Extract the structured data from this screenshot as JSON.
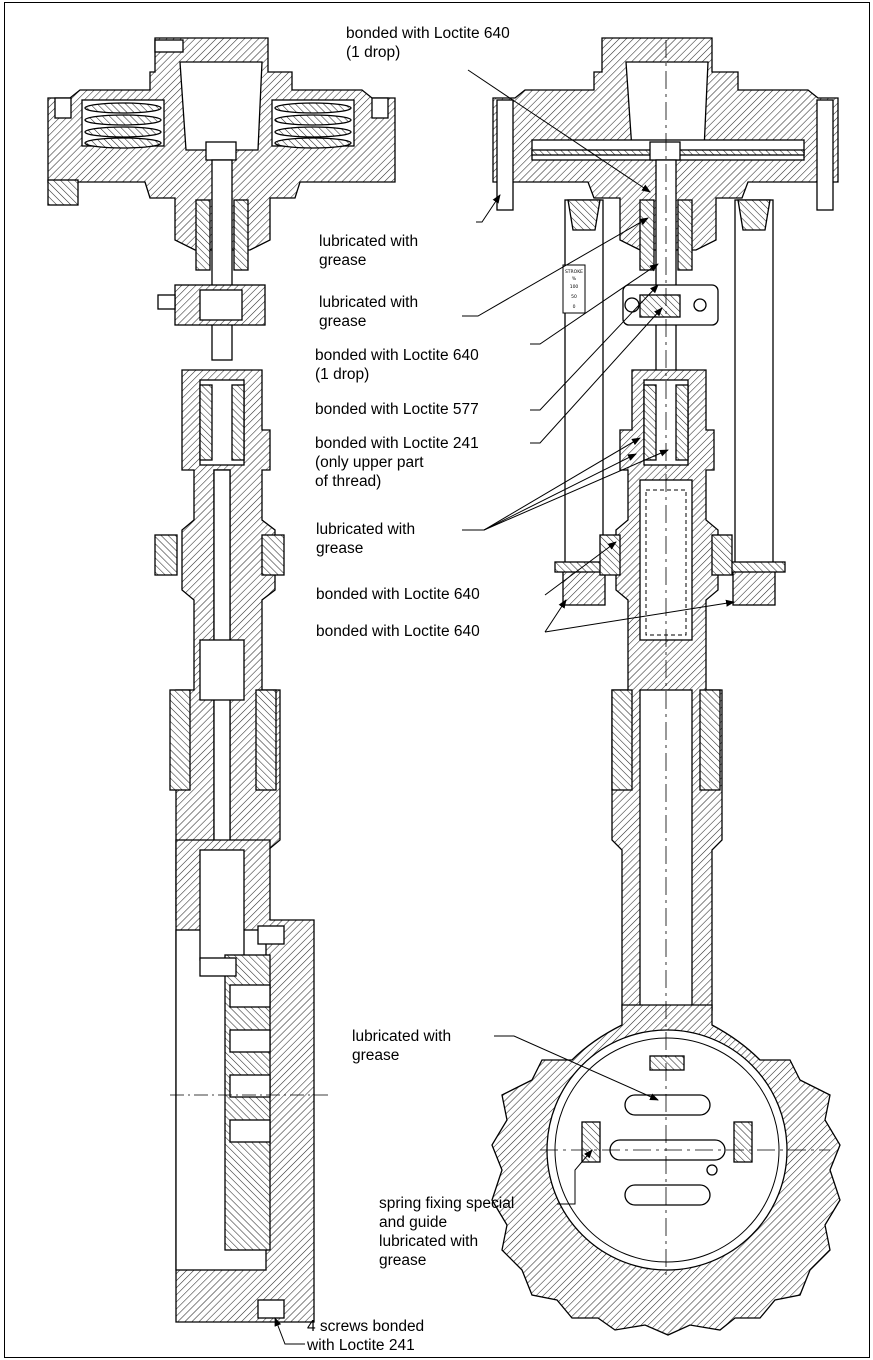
{
  "labels": [
    {
      "lines": [
        "bonded with Loctite 640",
        "(1 drop)"
      ]
    },
    {
      "lines": [
        "lubricated with",
        "grease"
      ]
    },
    {
      "lines": [
        "lubricated with",
        "grease"
      ]
    },
    {
      "lines": [
        "bonded with Loctite 640",
        "(1 drop)"
      ]
    },
    {
      "lines": [
        "bonded with Loctite 577"
      ]
    },
    {
      "lines": [
        "bonded with Loctite 241",
        "(only upper part",
        "of thread)"
      ]
    },
    {
      "lines": [
        "lubricated with",
        "grease"
      ]
    },
    {
      "lines": [
        "bonded with Loctite 640"
      ]
    },
    {
      "lines": [
        "bonded with Loctite 640"
      ]
    },
    {
      "lines": [
        "lubricated with",
        "grease"
      ]
    },
    {
      "lines": [
        "spring fixing special",
        "and guide",
        "lubricated with",
        "grease"
      ]
    },
    {
      "lines": [
        "4 screws bonded",
        "with Loctite 241"
      ]
    }
  ],
  "plate_text": [
    "STROKE",
    "%",
    "100",
    "50",
    "0"
  ],
  "colors": {
    "line": "#000000",
    "hatch": "#2b2b2b",
    "background": "#ffffff"
  }
}
